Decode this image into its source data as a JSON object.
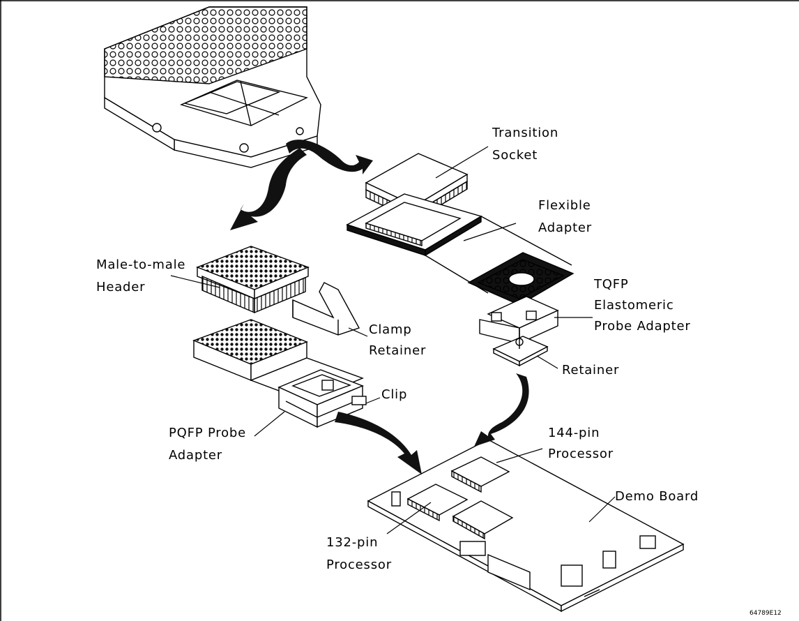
{
  "labels": {
    "transition_socket": [
      "Transition",
      "Socket"
    ],
    "flexible_adapter": [
      "Flexible",
      "Adapter"
    ],
    "male_to_male_header": [
      "Male-to-male",
      "Header"
    ],
    "tqfp_adapter": [
      "TQFP",
      "Elastomeric",
      "Probe Adapter"
    ],
    "clamp_retainer": [
      "Clamp",
      "Retainer"
    ],
    "retainer": "Retainer",
    "clip": "Clip",
    "pqfp_probe_adapter": [
      "PQFP Probe",
      "Adapter"
    ],
    "processor_144": [
      "144-pin",
      "Processor"
    ],
    "demo_board": "Demo Board",
    "processor_132": [
      "132-pin",
      "Processor"
    ],
    "figure_id": "64789E12"
  },
  "colors": {
    "ink": "#000000",
    "paper": "#ffffff",
    "arrow": "#111111"
  }
}
